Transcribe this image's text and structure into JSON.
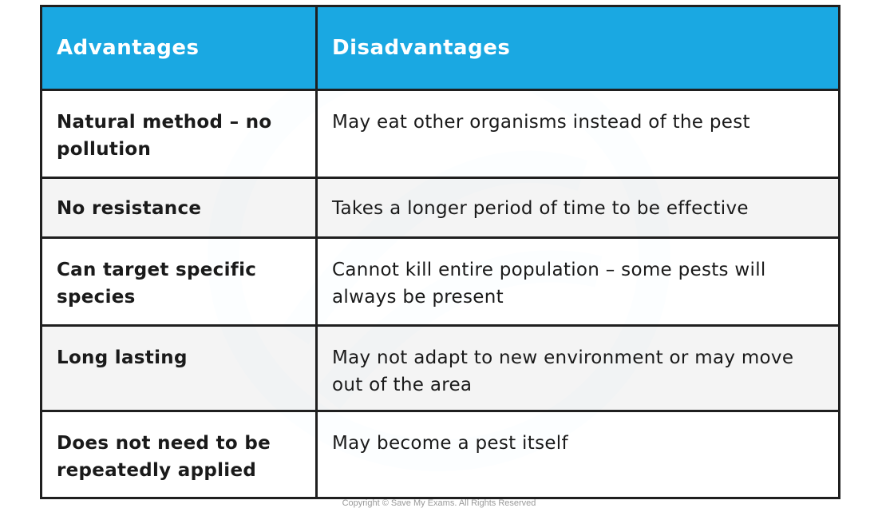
{
  "table": {
    "headers": [
      "Advantages",
      "Disadvantages"
    ],
    "rows": [
      {
        "advantage": "Natural method – no pollution",
        "disadvantage": "May eat other organisms instead of the pest"
      },
      {
        "advantage": "No resistance",
        "disadvantage": "Takes a longer period of time to be effective"
      },
      {
        "advantage": "Can target specific species",
        "disadvantage": "Cannot kill entire population – some pests will always be present"
      },
      {
        "advantage": "Long lasting",
        "disadvantage": "May not adapt to new environment or may move out of the area"
      },
      {
        "advantage": "Does not need to be repeatedly applied",
        "disadvantage": "May become a pest itself"
      }
    ]
  },
  "footer": {
    "copyright": "Copyright © Save My Exams. All Rights Reserved"
  },
  "colors": {
    "header_bg": "#1aa8e2",
    "header_text": "#ffffff",
    "border": "#1f1f1f",
    "alt_row": "#f2f2f2"
  }
}
